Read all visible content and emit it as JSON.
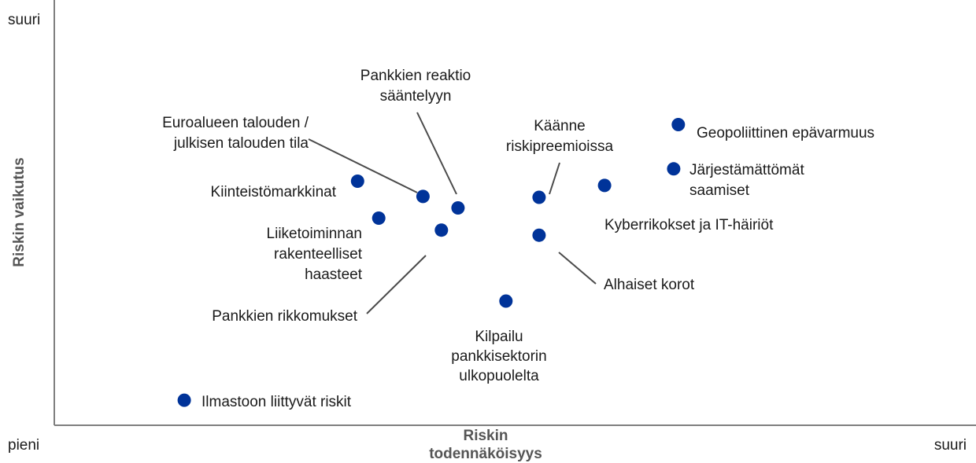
{
  "chart_data": {
    "type": "scatter",
    "xlabel": [
      "Riskin",
      "todennäköisyys"
    ],
    "ylabel": "Riskin vaikutus",
    "x_low": "pieni",
    "x_high": "suuri",
    "y_high": "suuri",
    "grid": false,
    "marker_color": "#003399",
    "points": [
      {
        "label": [
          "Geopoliittinen epävarmuus"
        ],
        "x": 0.677,
        "y": 0.707
      },
      {
        "label": [
          "Järjestämättömät",
          "saamiset"
        ],
        "x": 0.672,
        "y": 0.603
      },
      {
        "label": [
          "Kyberrikokset ja IT-häiriöt"
        ],
        "x": 0.597,
        "y": 0.564
      },
      {
        "label": [
          "Käänne",
          "riskipreemioissa"
        ],
        "x": 0.526,
        "y": 0.536
      },
      {
        "label": [
          "Alhaiset korot"
        ],
        "x": 0.526,
        "y": 0.447
      },
      {
        "label": [
          "Pankkien reaktio",
          "sääntelyyn"
        ],
        "x": 0.438,
        "y": 0.511
      },
      {
        "label": [
          "Euroalueen talouden /",
          "julkisen talouden tila"
        ],
        "x": 0.4,
        "y": 0.538
      },
      {
        "label": [
          "Pankkien rikkomukset"
        ],
        "x": 0.42,
        "y": 0.459
      },
      {
        "label": [
          "Kiinteistömarkkinat"
        ],
        "x": 0.329,
        "y": 0.574
      },
      {
        "label": [
          "Liiketoiminnan",
          "rakenteelliset",
          "haasteet"
        ],
        "x": 0.352,
        "y": 0.487
      },
      {
        "label": [
          "Kilpailu",
          "pankkisektorin",
          "ulkopuolelta"
        ],
        "x": 0.49,
        "y": 0.292
      },
      {
        "label": [
          "Ilmastoon liittyvät riskit"
        ],
        "x": 0.141,
        "y": 0.059
      }
    ]
  }
}
